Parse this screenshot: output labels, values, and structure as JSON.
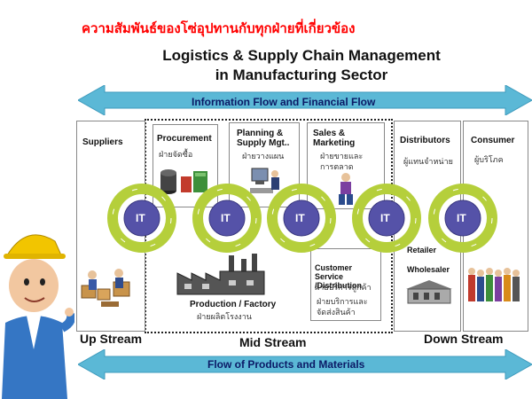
{
  "thai_title": "ความสัมพันธ์ของโซ่อุปทานกับทุกฝ่ายที่เกี่ยวข้อง",
  "title_line1": "Logistics & Supply Chain Management",
  "title_line2": "in Manufacturing Sector",
  "info_flow": "Information Flow and Financial Flow",
  "product_flow": "Flow of Products and Materials",
  "boxes": {
    "suppliers": {
      "label": "Suppliers"
    },
    "procurement": {
      "label": "Procurement",
      "thai": "ฝ่ายจัดซื้อ"
    },
    "planning": {
      "label": "Planning & Supply Mgt..",
      "thai": "ฝ่ายวางแผน"
    },
    "sales": {
      "label": "Sales & Marketing",
      "thai": "ฝ่ายขายและการตลาด"
    },
    "distributors": {
      "label": "Distributors",
      "thai": "ผู้แทนจำหน่าย"
    },
    "consumer": {
      "label": "Consumer",
      "thai": "ผู้บริโภค"
    },
    "production": {
      "label": "Production / Factory",
      "thai": "ฝ่ายผลิตโรงงาน"
    },
    "customer_service": {
      "label": "Customer Service /Distribution",
      "thai1": "ฝ่ายบริการลูกค้า",
      "thai2": "ฝ่ายบริการและจัดส่งสินค้า"
    },
    "retailer": "Retailer",
    "wholesaler": "Wholesaler"
  },
  "it_label": "IT",
  "streams": {
    "up": "Up Stream",
    "mid": "Mid Stream",
    "down": "Down Stream"
  },
  "colors": {
    "arrow": "#5bb8d6",
    "it_circle": "#5552a8",
    "cycle": "#b5cf3b",
    "title_red": "#ff0000"
  }
}
